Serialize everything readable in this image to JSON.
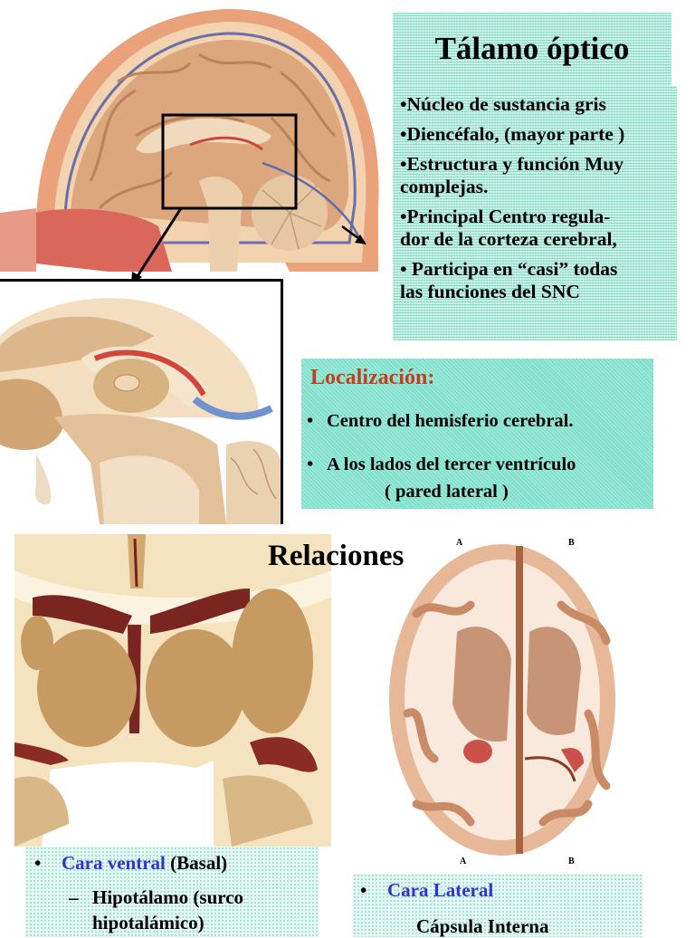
{
  "title": "Tálamo óptico",
  "features": [
    "•Núcleo de sustancia gris",
    "•Diencéfalo, (mayor parte )",
    "•Estructura y función Muy complejas.",
    "•Principal Centro regula-dor de la corteza cerebral,",
    "• Participa en “casi” todas las funciones del SNC"
  ],
  "features_lines": [
    [
      "•Núcleo de sustancia gris"
    ],
    [
      "•Diencéfalo, (mayor parte )"
    ],
    [
      "•Estructura y función Muy",
      "complejas."
    ],
    [
      "•Principal Centro regula-",
      "dor de la corteza cerebral,"
    ],
    [
      "• Participa en “casi” todas",
      "las funciones del SNC"
    ]
  ],
  "localizacion": {
    "heading": "Localización:",
    "bullet": "•",
    "items": [
      "Centro del hemisferio cerebral.",
      "A los lados del tercer ventrículo",
      "( pared lateral )"
    ]
  },
  "relaciones": {
    "heading": "Relaciones",
    "axial_labels": {
      "top_left": "A",
      "top_right": "B",
      "bottom_left": "A",
      "bottom_right": "B"
    },
    "ventral": {
      "bullet": "•",
      "label": "Cara ventral",
      "qualifier": "(Basal)",
      "sub_dash": "–",
      "sub_line1": "Hipotálamo  (surco",
      "sub_line2": "hipotalámico)"
    },
    "lateral": {
      "bullet": "•",
      "label": "Cara Lateral",
      "sub_line1": "Cápsula Interna"
    }
  },
  "figures": {
    "sagittal": "sagittal-brain-section",
    "sagittal_zoom": "thalamus-detail",
    "coronal": "coronal-section",
    "axial": "axial-section"
  },
  "colors": {
    "teal_box": "#7fe0cc",
    "heading_red": "#c04020",
    "highlight_blue": "#3333cc"
  }
}
